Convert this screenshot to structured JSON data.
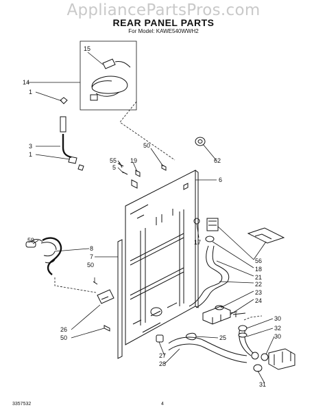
{
  "watermark": "AppliancePartsPros.com",
  "title": "REAR PANEL PARTS",
  "model": "For Model: KAWE540WWH2",
  "doc_number": "3357532",
  "page_number": "4",
  "callouts": {
    "c15": "15",
    "c14": "14",
    "c1a": "1",
    "c3": "3",
    "c1b": "1",
    "c55": "55",
    "c5": "5",
    "c19": "19",
    "c50a": "50",
    "c62": "62",
    "c6": "6",
    "c59": "59",
    "c8": "8",
    "c7": "7",
    "c50b": "50",
    "c17": "17",
    "c56": "56",
    "c18": "18",
    "c21": "21",
    "c22": "22",
    "c23": "23",
    "c24": "24",
    "c26": "26",
    "c50c": "50",
    "c25": "25",
    "c27": "27",
    "c28": "28",
    "c30a": "30",
    "c32": "32",
    "c30b": "30",
    "c31": "31"
  }
}
